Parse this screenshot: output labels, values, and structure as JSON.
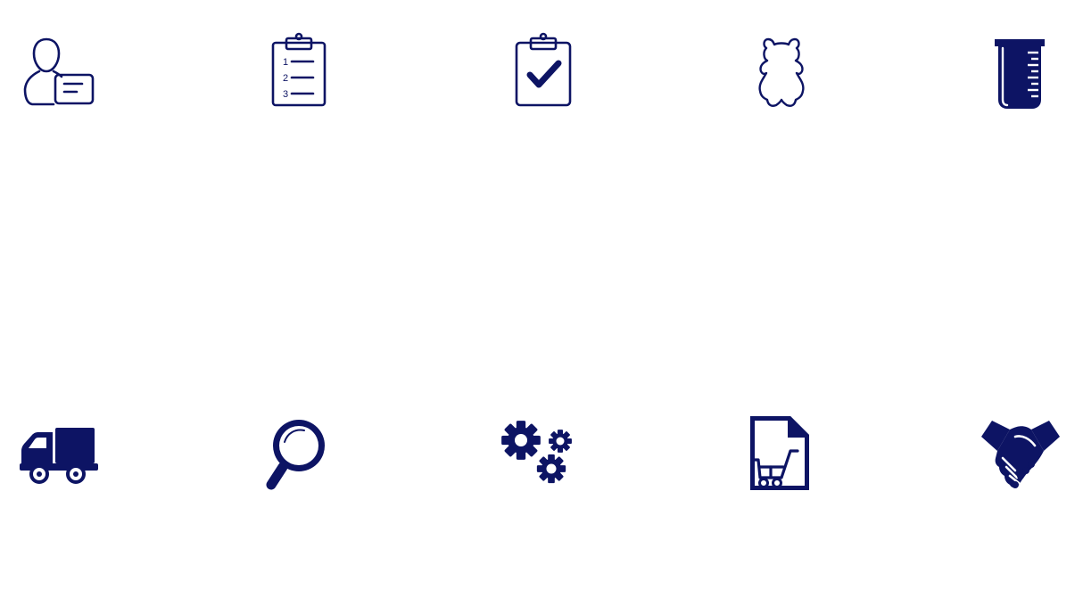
{
  "theme": {
    "icon_color": "#0d1464",
    "background": "#ffffff"
  },
  "icons": {
    "row1": [
      "user-message-icon",
      "numbered-checklist-icon",
      "clipboard-check-icon",
      "teddy-bear-icon",
      "beaker-icon"
    ],
    "row2": [
      "delivery-truck-icon",
      "magnifier-icon",
      "gears-icon",
      "shopping-document-icon",
      "handshake-icon"
    ]
  },
  "checklist": {
    "n1": "1",
    "n2": "2",
    "n3": "3"
  }
}
